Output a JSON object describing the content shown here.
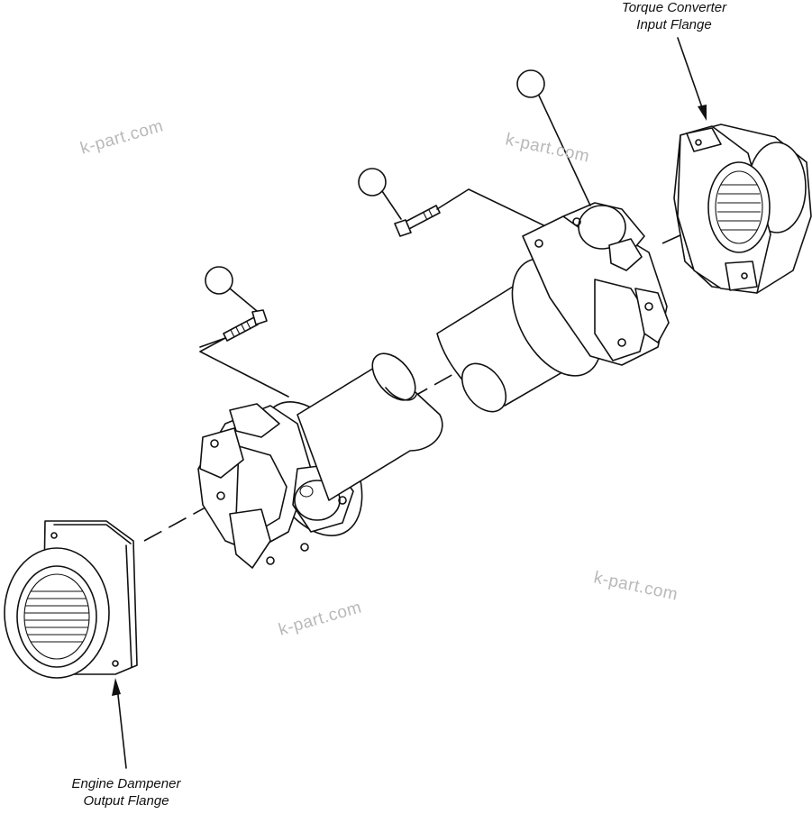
{
  "labels": {
    "torque_converter_line1": "Torque Converter",
    "torque_converter_line2": "Input Flange",
    "engine_dampener_line1": "Engine Dampener",
    "engine_dampener_line2": "Output Flange"
  },
  "watermarks": [
    "k-part.com",
    "k-part.com",
    "k-part.com",
    "k-part.com"
  ],
  "callouts": [
    "",
    "",
    ""
  ]
}
